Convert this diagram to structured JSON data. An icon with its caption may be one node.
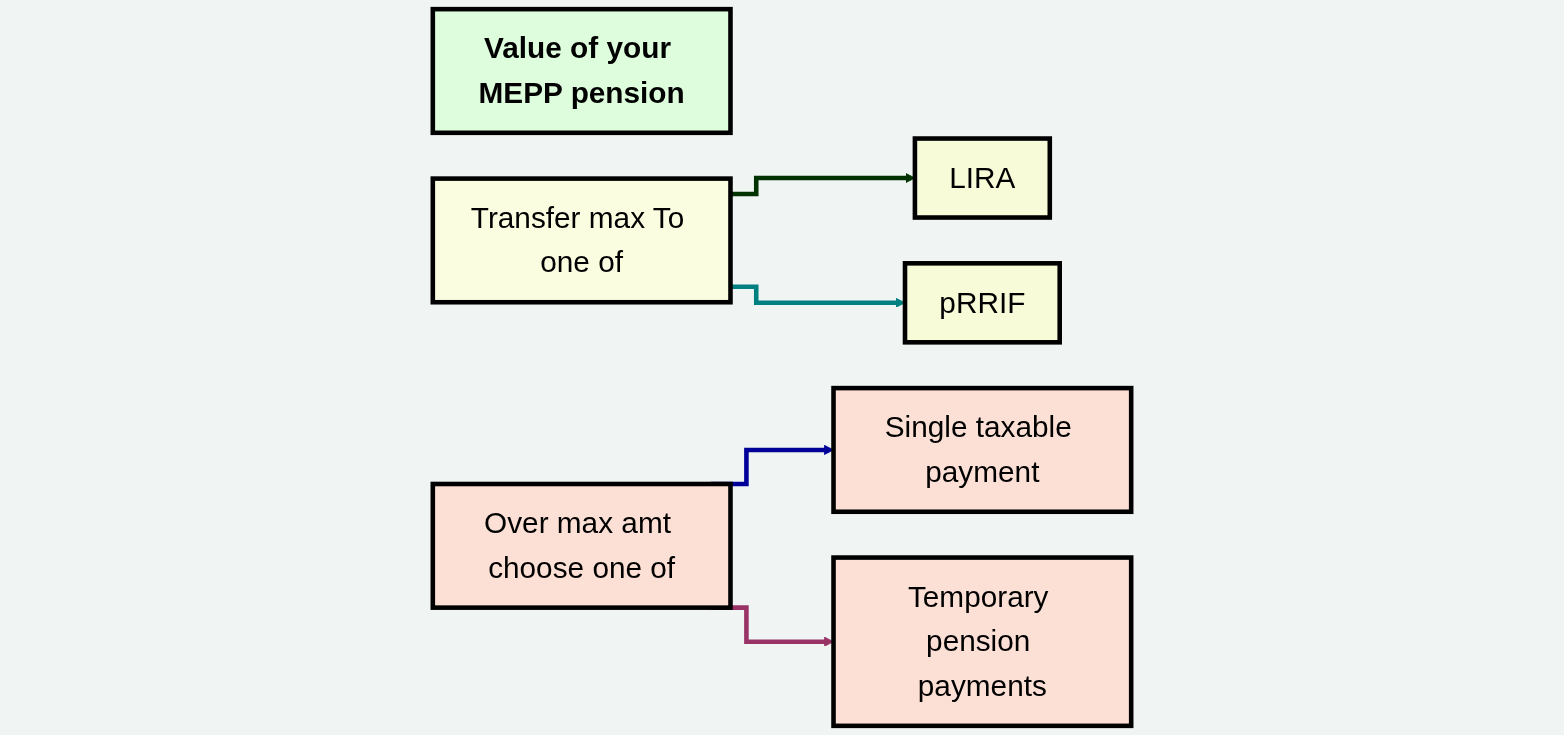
{
  "diagram": {
    "nodes": [
      {
        "text": [
          "Value of your MEPP pension"
        ]
      },
      {
        "text": [
          "Transfer max To one of"
        ]
      },
      {
        "text": [
          "Over max amt choose one of"
        ]
      },
      {
        "text": [
          "LIRA"
        ]
      },
      {
        "text": [
          "pRRIF"
        ]
      },
      {
        "text": [
          "Temporary pension payments"
        ]
      },
      {
        "text": [
          "Single taxable payment"
        ]
      }
    ],
    "edges": [
      {
        "from": 1,
        "to": 3,
        "arrow": "to",
        "color": "#003300"
      },
      {
        "from": 1,
        "to": 4,
        "arrow": "to",
        "color": "#008080"
      },
      {
        "from": 2,
        "to": 6,
        "arrow": "to",
        "color": "#000099"
      },
      {
        "from": 2,
        "to": 5,
        "arrow": "to",
        "color": "#993366"
      }
    ]
  }
}
